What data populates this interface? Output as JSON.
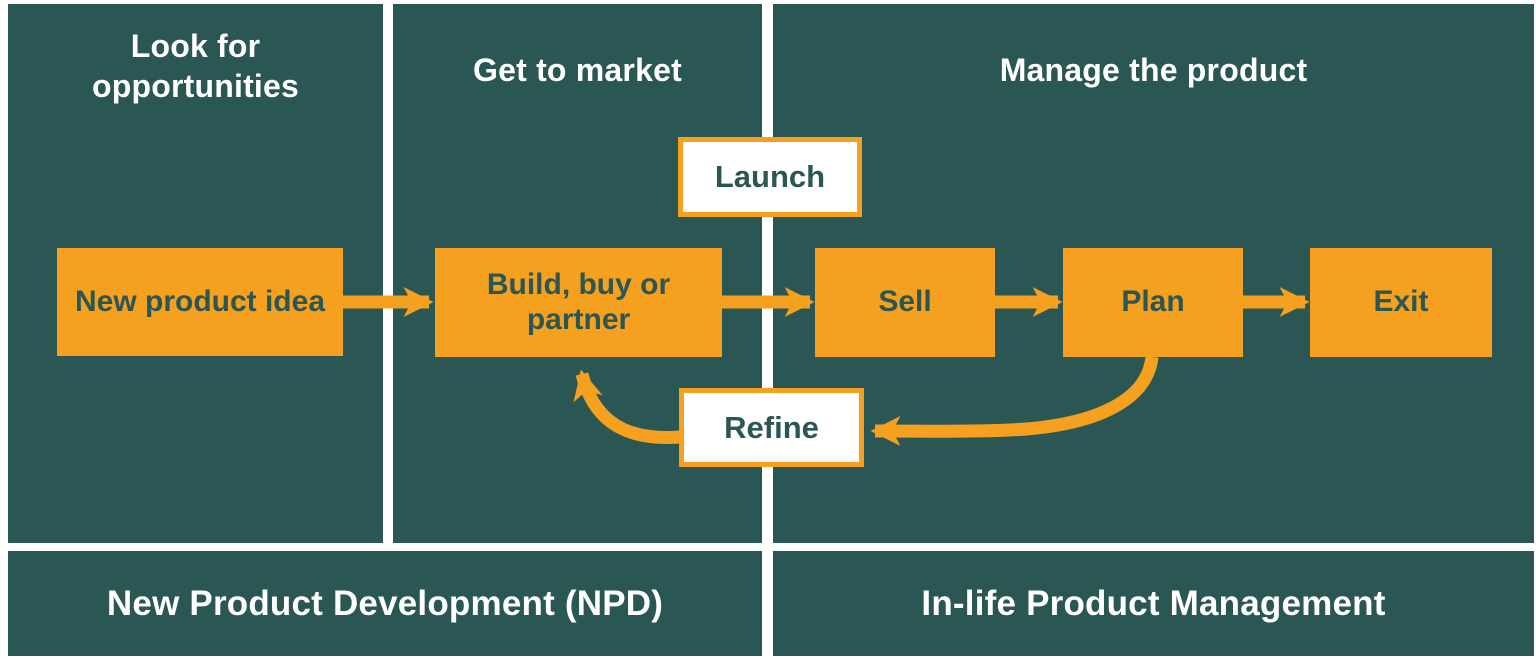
{
  "colors": {
    "background": "#ffffff",
    "panel_teal": "#2A5654",
    "accent_orange": "#F5A01E",
    "text_on_panel": "#ffffff",
    "text_on_orange": "#2A5654"
  },
  "columns": [
    {
      "label": "Look for opportunities"
    },
    {
      "label": "Get to market"
    },
    {
      "label": "Manage the product"
    }
  ],
  "nodes": {
    "new_product_idea": "New product idea",
    "build_buy_partner": "Build, buy or partner",
    "launch": "Launch",
    "sell": "Sell",
    "plan": "Plan",
    "exit": "Exit",
    "refine": "Refine"
  },
  "arrows": [
    {
      "name": "arrow-idea-to-build",
      "from": "new_product_idea",
      "to": "build_buy_partner"
    },
    {
      "name": "arrow-build-to-sell",
      "from": "build_buy_partner",
      "to": "sell"
    },
    {
      "name": "arrow-sell-to-plan",
      "from": "sell",
      "to": "plan"
    },
    {
      "name": "arrow-plan-to-exit",
      "from": "plan",
      "to": "exit"
    },
    {
      "name": "arrow-plan-to-refine",
      "from": "plan",
      "to": "refine"
    },
    {
      "name": "arrow-refine-to-build",
      "from": "refine",
      "to": "build_buy_partner"
    }
  ],
  "bottom_sections": [
    {
      "label": "New Product Development (NPD)"
    },
    {
      "label": "In-life Product Management"
    }
  ]
}
